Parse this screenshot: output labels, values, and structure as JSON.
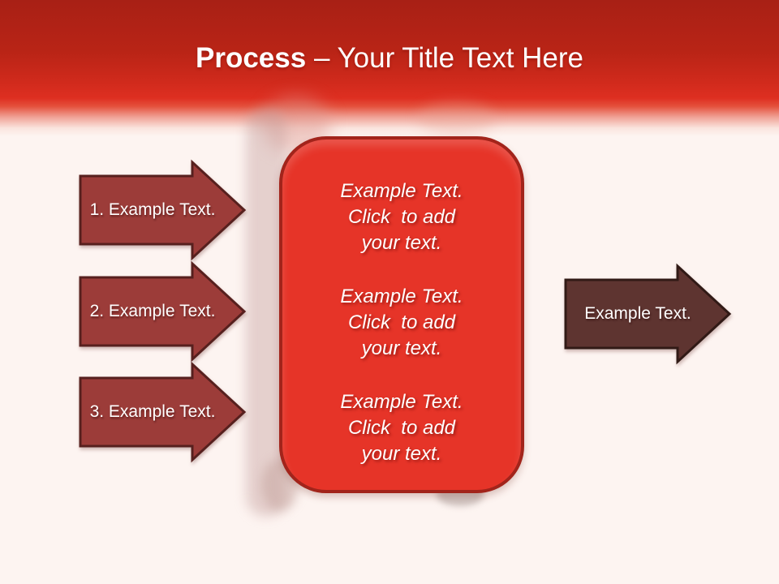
{
  "slide": {
    "background_color": "#FDF4F1",
    "header": {
      "gradient_top_color": "#A82015",
      "gradient_red_color": "#DE2F21"
    },
    "title": {
      "emphasis": "Process",
      "rest": " – Your Title Text Here"
    },
    "steps": [
      {
        "label": "1. Example Text."
      },
      {
        "label": "2. Example Text."
      },
      {
        "label": "3. Example Text."
      }
    ],
    "step_arrow": {
      "fill_color": "#9C3C39",
      "stroke_color": "#57201E"
    },
    "center_box": {
      "fill_color": "#E63428",
      "border_color": "#A2241B",
      "paragraphs": [
        {
          "lines": [
            "Example Text.",
            "Click  to add",
            "your text."
          ]
        },
        {
          "lines": [
            "Example Text.",
            "Click  to add",
            "your text."
          ]
        },
        {
          "lines": [
            "Example Text.",
            "Click  to add",
            "your text."
          ]
        }
      ]
    },
    "result_arrow": {
      "label": "Example Text.",
      "fill_color": "#5E3430",
      "stroke_color": "#311A16"
    }
  }
}
